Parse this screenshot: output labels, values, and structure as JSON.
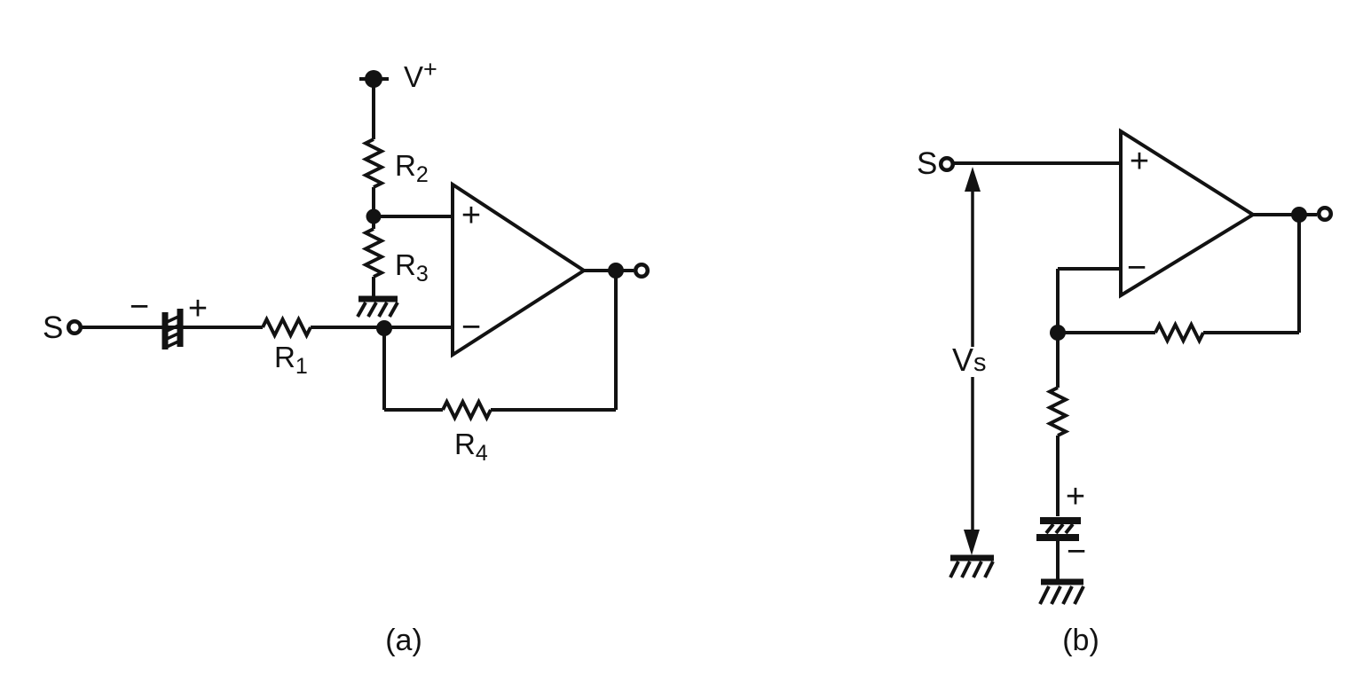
{
  "figure": {
    "background_color": "#ffffff",
    "ink_color": "#121212"
  },
  "circuit_a": {
    "caption": "(a)",
    "source_terminal": "S",
    "supply_label": {
      "base": "V",
      "sup": "+"
    },
    "electrode": {
      "minus": "−",
      "plus": "+"
    },
    "resistors": {
      "r1": {
        "base": "R",
        "sub": "1"
      },
      "r2": {
        "base": "R",
        "sub": "2"
      },
      "r3": {
        "base": "R",
        "sub": "3"
      },
      "r4": {
        "base": "R",
        "sub": "4"
      }
    },
    "opamp": {
      "noninverting": "+",
      "inverting": "−"
    }
  },
  "circuit_b": {
    "caption": "(b)",
    "source_terminal": "S",
    "source_voltage": {
      "base": "V",
      "sub": "s"
    },
    "battery": {
      "plus": "+",
      "minus": "−"
    },
    "opamp": {
      "noninverting": "+",
      "inverting": "−"
    }
  }
}
